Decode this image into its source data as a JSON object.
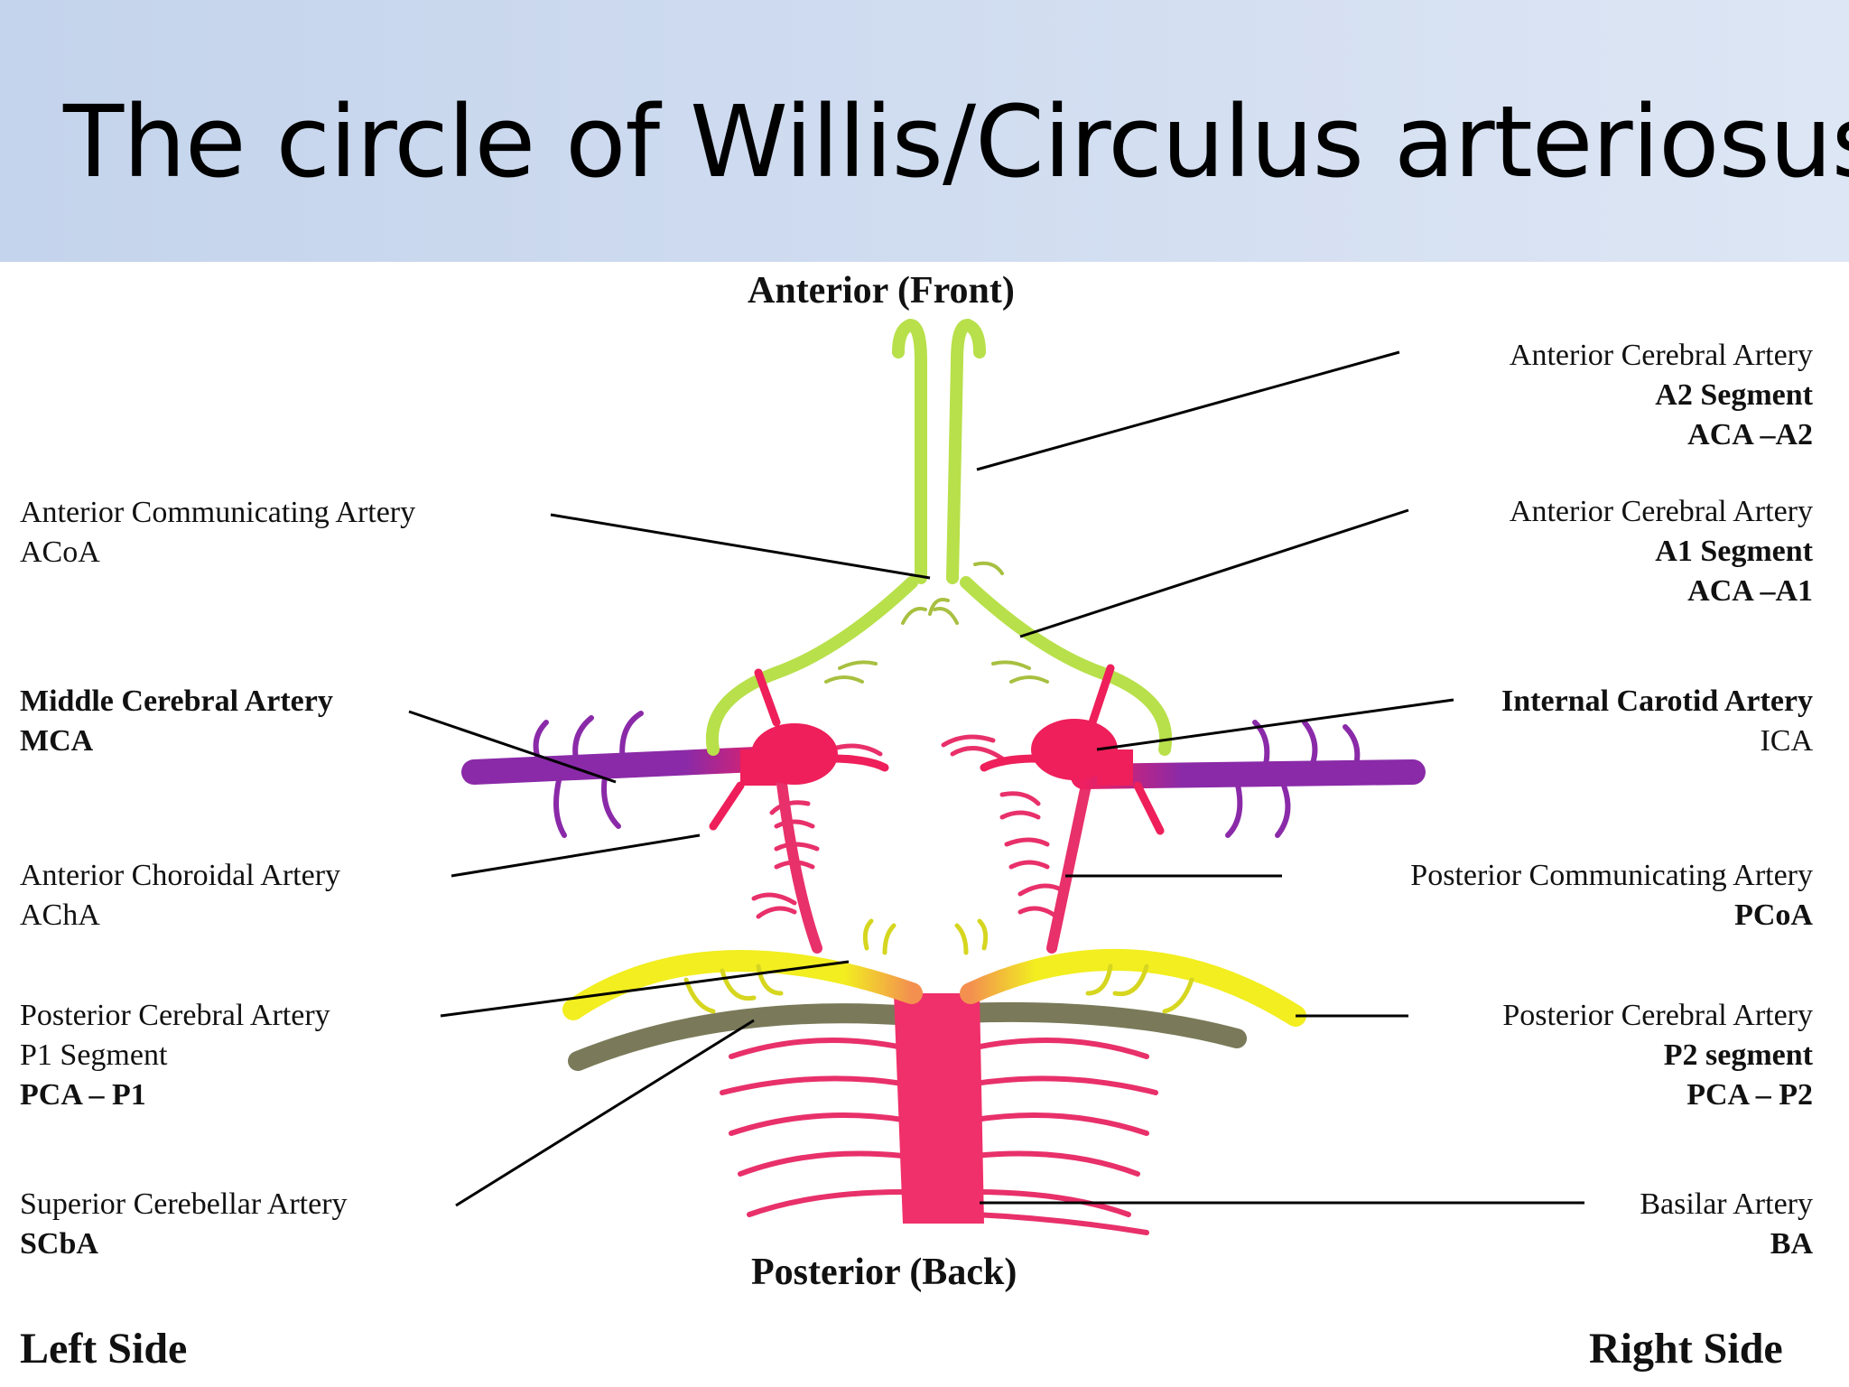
{
  "title": "The circle of Willis/Circulus arteriosus",
  "orientation": {
    "anterior": "Anterior (Front)",
    "posterior": "Posterior (Back)",
    "left_side": "Left Side",
    "right_side": "Right Side"
  },
  "labels_left": [
    {
      "name": "Anterior Communicating Artery",
      "abbr": "ACoA"
    },
    {
      "name": "Middle Cerebral Artery",
      "abbr": "MCA"
    },
    {
      "name": "Anterior Choroidal Artery",
      "abbr": "AChA"
    },
    {
      "name": "Posterior Cerebral Artery",
      "segment": "P1 Segment",
      "abbr": "PCA – P1"
    },
    {
      "name": "Superior Cerebellar Artery",
      "abbr": "SCbA"
    }
  ],
  "labels_right": [
    {
      "name": "Anterior Cerebral Artery",
      "segment": "A2 Segment",
      "abbr": "ACA –A2"
    },
    {
      "name": "Anterior Cerebral Artery",
      "segment": "A1 Segment",
      "abbr": "ACA –A1"
    },
    {
      "name": "Internal Carotid Artery",
      "abbr": "ICA"
    },
    {
      "name": "Posterior Communicating Artery",
      "abbr": "PCoA"
    },
    {
      "name": "Posterior Cerebral Artery",
      "segment": "P2 segment",
      "abbr": "PCA – P2"
    },
    {
      "name": "Basilar Artery",
      "abbr": "BA"
    }
  ],
  "colors": {
    "title_band": "#c8d6ee",
    "anterior_cerebral": "#b8e04a",
    "carotid": "#ee1f5a",
    "middle_cerebral": "#8a2aa8",
    "posterior_cerebral": "#f2ee20",
    "superior_cerebellar": "#808060",
    "basilar": "#f0306a"
  }
}
